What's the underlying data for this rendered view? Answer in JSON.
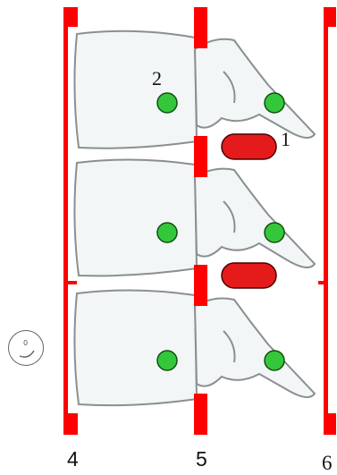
{
  "labels": {
    "column_left": "4",
    "column_middle": "5",
    "column_right": "6",
    "marker_one": "1",
    "marker_two": "2"
  },
  "icons": {
    "side_face": "smiley-face-icon",
    "smiley_eye": "0"
  },
  "colors": {
    "column_bar": "#ff0000",
    "disc_marker": "#e51b1b",
    "dot": "#35c73b",
    "dot_outline": "#0f4f12",
    "bone_fill": "#f3f6f6",
    "bone_outline": "#8a8f8f"
  },
  "diagram": {
    "vertebra_count": 3,
    "green_dot_count": 6,
    "red_capsule_count": 2
  }
}
